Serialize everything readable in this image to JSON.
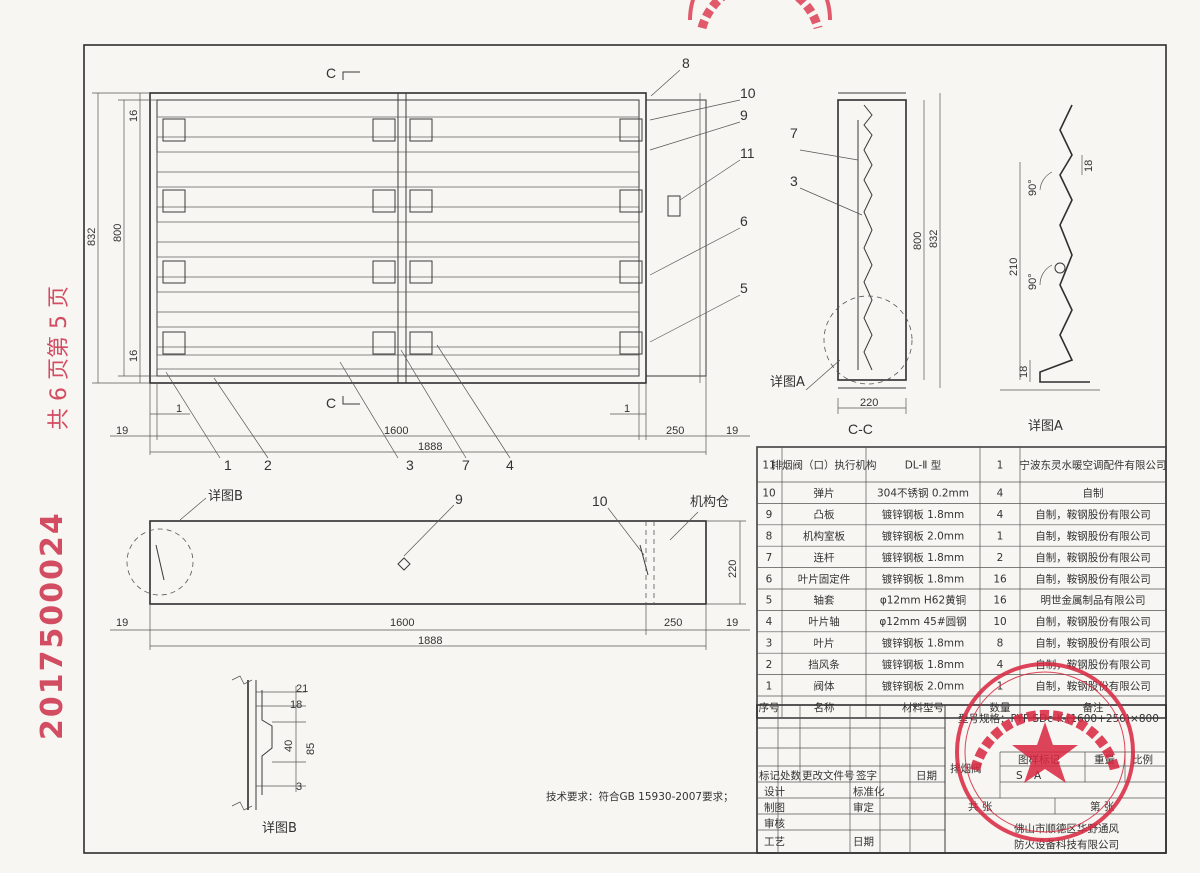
{
  "side_text": {
    "page_info": "共 6 页第 5 页",
    "drawing_number": "2017500024"
  },
  "front_view": {
    "section_marks": [
      "C",
      "C"
    ],
    "dims": {
      "h_total": "832",
      "h_inner": "800",
      "top_gap": "16",
      "bottom_gap": "16",
      "left_small": "1",
      "right_small": "1",
      "width_main": "1600",
      "width_box": "250",
      "left_edge": "19",
      "right_edge": "19",
      "width_total": "1888"
    },
    "callouts": [
      "1",
      "2",
      "3",
      "7",
      "4",
      "8",
      "10",
      "9",
      "11",
      "6",
      "5"
    ]
  },
  "section_view": {
    "title": "C-C",
    "dims": {
      "h_inner": "800",
      "h_total": "832",
      "depth": "220"
    },
    "callouts": [
      "7",
      "3"
    ],
    "detail_label": "详图A"
  },
  "detail_a": {
    "title": "详图A",
    "dims": {
      "pitch": "210",
      "fold": "18",
      "base": "18",
      "angle1": "90°",
      "angle2": "90°"
    }
  },
  "top_view": {
    "detail_label": "详图B",
    "chamber_label": "机构仓",
    "callouts": [
      "9",
      "10"
    ],
    "dims": {
      "depth": "220",
      "left_edge": "19",
      "main": "1600",
      "box": "250",
      "right_edge": "19",
      "total": "1888"
    }
  },
  "detail_b": {
    "title": "详图B",
    "dims": [
      "21",
      "18",
      "40",
      "85",
      "3"
    ]
  },
  "tech_requirement": "技术要求：符合GB 15930-2007要求；",
  "bom": {
    "rows": [
      [
        "11",
        "排烟阀（口）执行机构",
        "DL-Ⅱ 型",
        "1",
        "宁波东灵水暖空调配件有限公司"
      ],
      [
        "10",
        "弹片",
        "304不锈钢  0.2mm",
        "4",
        "自制"
      ],
      [
        "9",
        "凸板",
        "镀锌钢板  1.8mm",
        "4",
        "自制，鞍钢股份有限公司"
      ],
      [
        "8",
        "机构室板",
        "镀锌钢板  2.0mm",
        "1",
        "自制，鞍钢股份有限公司"
      ],
      [
        "7",
        "连杆",
        "镀锌钢板  1.8mm",
        "2",
        "自制，鞍钢股份有限公司"
      ],
      [
        "6",
        "叶片固定件",
        "镀锌钢板  1.8mm",
        "16",
        "自制，鞍钢股份有限公司"
      ],
      [
        "5",
        "轴套",
        "φ12mm  H62黄铜",
        "16",
        "明世金属制品有限公司"
      ],
      [
        "4",
        "叶片轴",
        "φ12mm  45#圆钢",
        "10",
        "自制，鞍钢股份有限公司"
      ],
      [
        "3",
        "叶片",
        "镀锌钢板  1.8mm",
        "8",
        "自制，鞍钢股份有限公司"
      ],
      [
        "2",
        "挡风条",
        "镀锌钢板  1.8mm",
        "4",
        "自制，鞍钢股份有限公司"
      ],
      [
        "1",
        "阀体",
        "镀锌钢板  2.0mm",
        "1",
        "自制，鞍钢股份有限公司"
      ]
    ],
    "header": [
      "序号",
      "名称",
      "材料型号",
      "数量",
      "备注"
    ]
  },
  "title_block": {
    "model": "型号规格：PYF SDc-K-(1600+250)×800",
    "rev_headers": [
      "标记",
      "处数",
      "更改文件号",
      "签字",
      "日期"
    ],
    "roles": [
      "设计",
      "制图",
      "审核",
      "工艺"
    ],
    "checks": [
      "标准化",
      "审定",
      "日期"
    ],
    "product_name": "排烟阀",
    "stage_label": "图样标记",
    "weight_label": "重量",
    "scale_label": "比例",
    "stage_marks": [
      "S",
      "A"
    ],
    "sheets_total": "共   张",
    "sheet_no": "第   张",
    "company_line1": "佛山市顺德区华野通风",
    "company_line2": "防火设备科技有限公司"
  },
  "stamp": {
    "type": "company-seal",
    "text": "佛山市顺德区华野通风防火设备科技有限公司",
    "color": "#d9263f"
  },
  "colors": {
    "ink": "#3a3a3a",
    "seal": "#d9263f",
    "side_red": "#d24d62",
    "paper": "#f7f6f2"
  }
}
